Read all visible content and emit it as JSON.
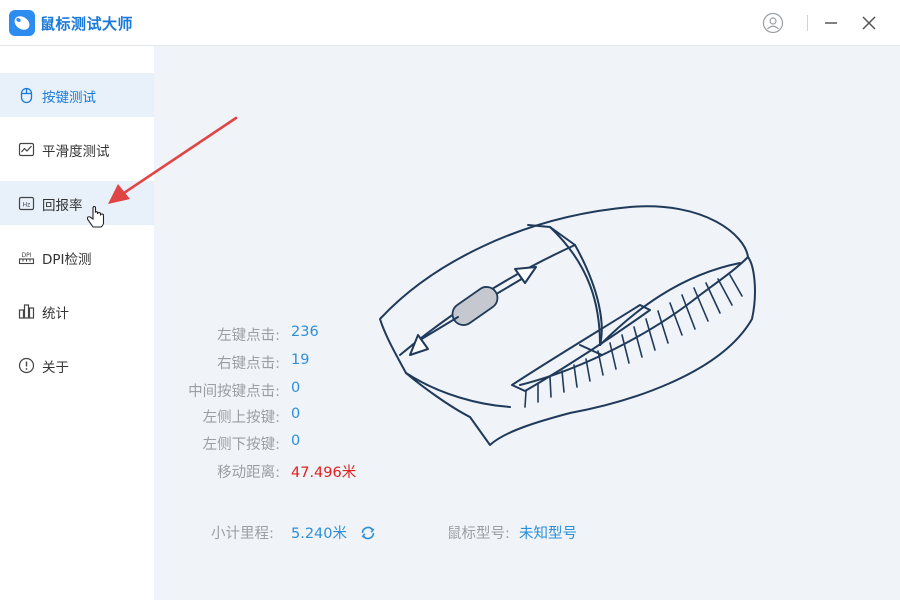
{
  "app": {
    "title": "鼠标测试大师"
  },
  "sidebar": {
    "items": [
      {
        "label": "按键测试",
        "icon": "mouse-icon",
        "state": "active"
      },
      {
        "label": "平滑度测试",
        "icon": "line-chart-icon",
        "state": "normal"
      },
      {
        "label": "回报率",
        "icon": "hz-icon",
        "state": "hover"
      },
      {
        "label": "DPI检测",
        "icon": "dpi-icon",
        "state": "normal"
      },
      {
        "label": "统计",
        "icon": "bar-chart-icon",
        "state": "normal"
      },
      {
        "label": "关于",
        "icon": "info-icon",
        "state": "normal"
      }
    ]
  },
  "stats": {
    "left_click_label": "左键点击:",
    "left_click_value": "236",
    "right_click_label": "右键点击:",
    "right_click_value": "19",
    "middle_click_label": "中间按键点击:",
    "middle_click_value": "0",
    "side_upper_label": "左侧上按键:",
    "side_upper_value": "0",
    "side_lower_label": "左侧下按键:",
    "side_lower_value": "0",
    "distance_label": "移动距离:",
    "distance_value": "47.496米"
  },
  "footer": {
    "mileage_label": "小计里程:",
    "mileage_value": "5.240米",
    "model_label": "鼠标型号:",
    "model_value": "未知型号"
  },
  "colors": {
    "accent": "#2d8fd8",
    "active_bg": "#e8f1fa",
    "warning": "#e02020",
    "outline": "#1f3a5a",
    "arrow": "#e04545"
  }
}
